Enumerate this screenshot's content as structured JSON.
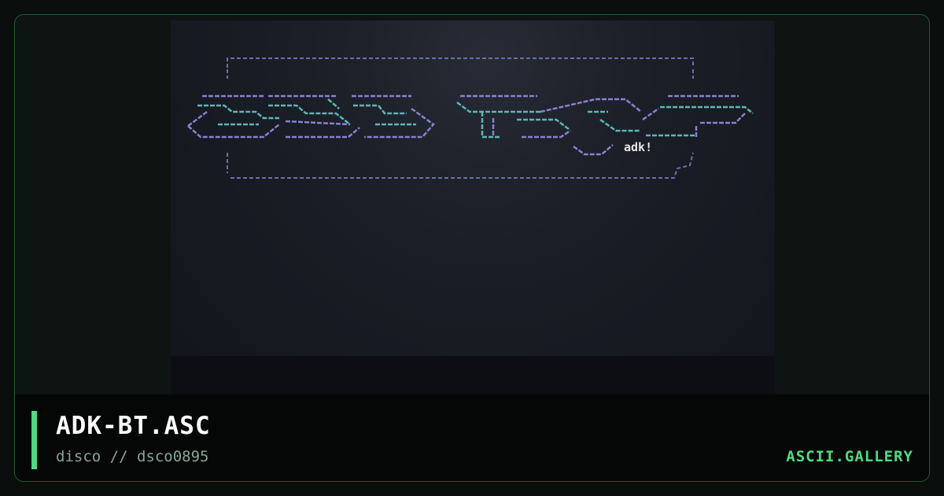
{
  "artwork": {
    "signature": "adk!",
    "colors": {
      "frame_line": "#6a6fa8",
      "letters_primary": "#8b7fd0",
      "letters_secondary": "#5fb5b5",
      "signature": "#e8e8e8"
    }
  },
  "footer": {
    "title": "ADK-BT.ASC",
    "subtitle": "disco // dsco0895",
    "brand": "ASCII.GALLERY"
  },
  "colors": {
    "accent": "#4ade80",
    "border": "#1f5a2e",
    "background": "#0d1411"
  }
}
